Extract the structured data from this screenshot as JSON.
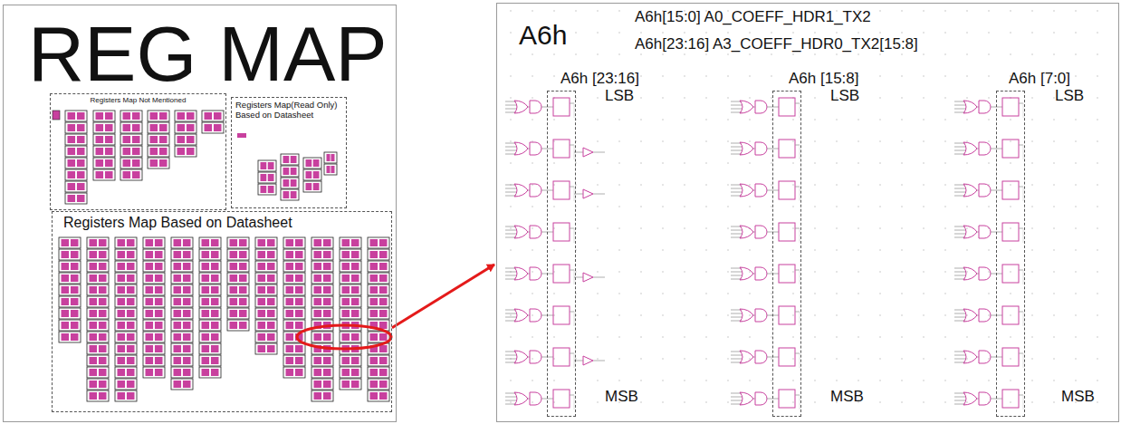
{
  "diagram": {
    "nodes": [
      {
        "text": [
          "REG MAP"
        ]
      },
      {
        "text": [
          "Registers Map Not Mentioned"
        ],
        "in": 0
      },
      {
        "text": [
          "Registers Map(Read Only) Based on Datasheet"
        ],
        "in": 0
      },
      {
        "text": [
          "Registers Map Based on Datasheet"
        ],
        "in": 0
      },
      {
        "text": [
          "A6h",
          "A6h[15:0] A0_COEFF_HDR1_TX2",
          "A6h[23:16] A3_COEFF_HDR0_TX2[15:8]"
        ]
      },
      {
        "text": [
          "A6h [23:16]"
        ],
        "in": 4
      },
      {
        "text": [
          "A6h [15:8]"
        ],
        "in": 4
      },
      {
        "text": [
          "A6h [7:0]"
        ],
        "in": 4
      }
    ],
    "edges": [
      {
        "from": 3,
        "to": 4,
        "arrow": "to"
      }
    ],
    "labels": [
      "LSB",
      "MSB",
      "LSB",
      "MSB",
      "LSB",
      "MSB"
    ]
  }
}
